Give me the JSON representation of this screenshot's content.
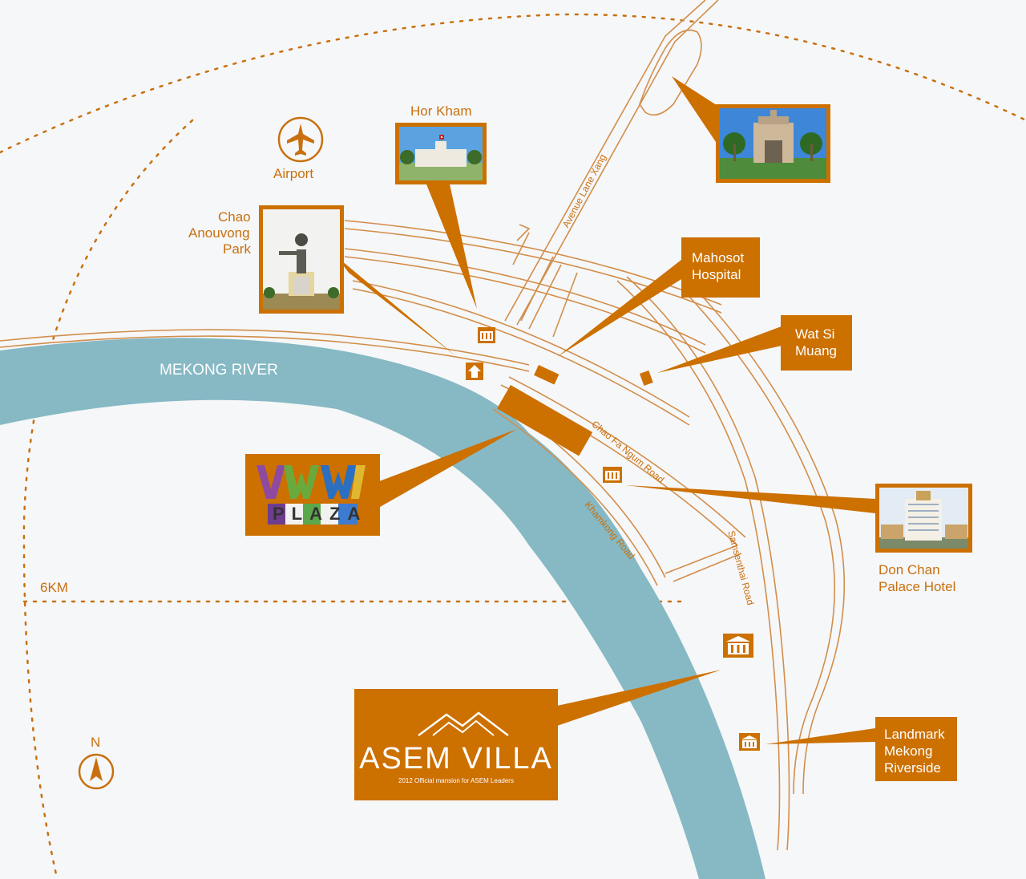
{
  "map": {
    "river_label": "MEKONG RIVER",
    "distance_label": "6KM",
    "north_label": "N",
    "roads": {
      "lane_xang": "Avenue Lane Xang",
      "chao_fa_ngum": "Chao Fa Ngum Road",
      "khamkong": "Khamkong  Road",
      "samsenthai": "Samsenthai Road"
    },
    "places": {
      "airport": "Airport",
      "hor_kham": "Hor Kham",
      "chao_anouvong_1": "Chao",
      "chao_anouvong_2": "Anouvong",
      "chao_anouvong_3": "Park",
      "mahosot_1": "Mahosot",
      "mahosot_2": "Hospital",
      "wat_si_muang_1": "Wat Si",
      "wat_si_muang_2": "Muang",
      "don_chan_1": "Don Chan",
      "don_chan_2": "Palace Hotel",
      "landmark_1": "Landmark",
      "landmark_2": "Mekong",
      "landmark_3": "Riverside"
    },
    "logos": {
      "vmv_plaza_word": "PLAZA",
      "asem_villa_name": "ASEM VILLA",
      "asem_villa_tagline": "2012 Official mansion for ASEM Leaders"
    },
    "colors": {
      "accent": "#cc7000",
      "river": "#86b9c4",
      "background": "#f6f7f9"
    }
  }
}
